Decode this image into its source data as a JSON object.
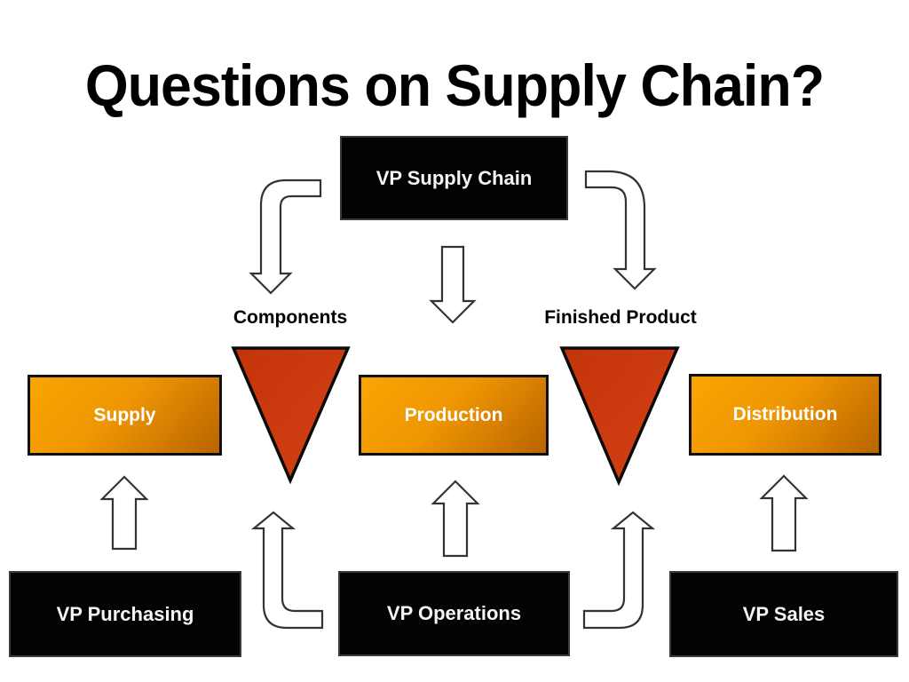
{
  "slide": {
    "title": "Questions on Supply Chain?"
  },
  "nodes": {
    "vp_supply_chain": "VP Supply Chain",
    "supply": "Supply",
    "production": "Production",
    "distribution": "Distribution",
    "vp_purchasing": "VP Purchasing",
    "vp_operations": "VP Operations",
    "vp_sales": "VP Sales"
  },
  "flow_labels": {
    "components": "Components",
    "finished_product": "Finished Product"
  },
  "colors": {
    "background": "#ffffff",
    "title_text": "#000000",
    "black_box_fill": "#030303",
    "black_box_text": "#f5f5f5",
    "orange_box_light": "#f9a602",
    "orange_box_dark": "#b96400",
    "orange_box_border": "#101010",
    "funnel_triangle_light": "#cf4013",
    "funnel_triangle_dark": "#c33408",
    "arrow_fill": "#ffffff",
    "arrow_stroke": "#333333"
  }
}
